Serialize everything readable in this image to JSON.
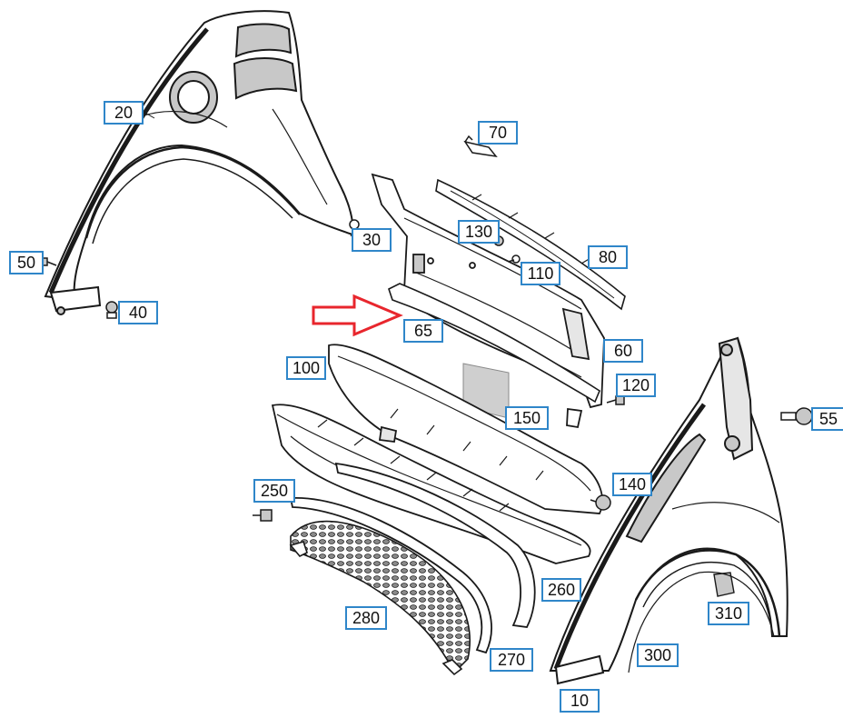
{
  "diagram": {
    "colors": {
      "line": "#1a1a1a",
      "shade": "#c8c8c8",
      "shade_dark": "#9a9a9a",
      "callout_border": "#2f86c9",
      "arrow": "#e8262d"
    },
    "callouts": {
      "p10": "10",
      "p20": "20",
      "p30": "30",
      "p40": "40",
      "p50": "50",
      "p55": "55",
      "p60": "60",
      "p65": "65",
      "p70": "70",
      "p80": "80",
      "p100": "100",
      "p110": "110",
      "p120": "120",
      "p130": "130",
      "p140": "140",
      "p150": "150",
      "p250": "250",
      "p260": "260",
      "p270": "270",
      "p280": "280",
      "p300": "300",
      "p310": "310"
    },
    "highlight_arrow": {
      "points_to": "65"
    }
  }
}
